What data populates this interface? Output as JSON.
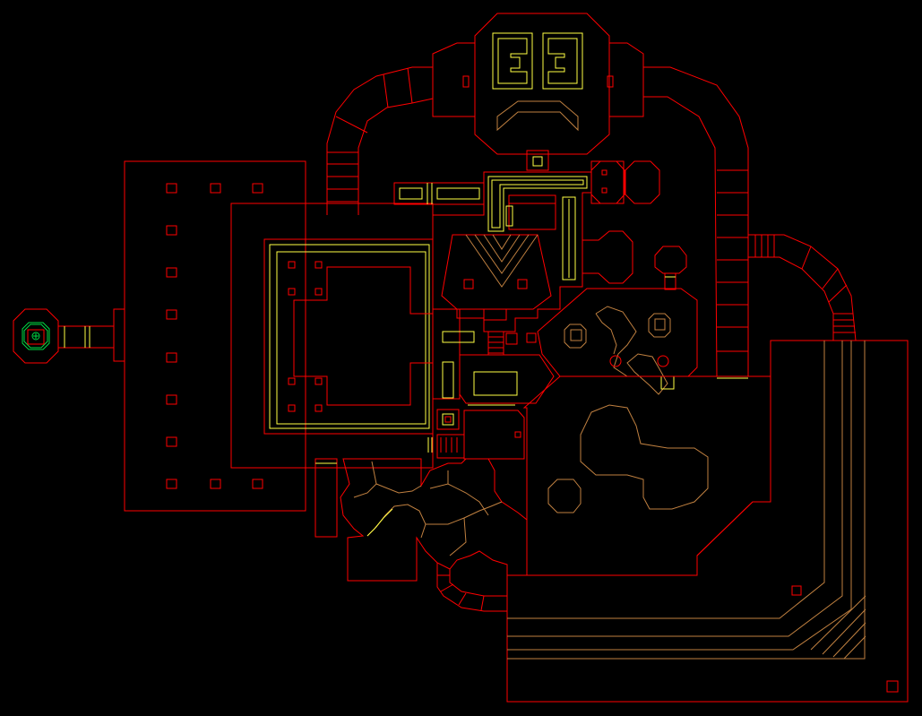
{
  "view": "automap",
  "colors": {
    "background": "#000000",
    "one_sided_wall": "#ff0000",
    "floor_height_change": "#c08040",
    "ceiling_height_change": "#ffff44",
    "player_marker": "#00dd44"
  },
  "player": {
    "marker": "player-arrow-icon",
    "location": "west-teleport-pad"
  },
  "sectors": [
    "north-exit-structure",
    "west-pillar-hall",
    "inner-courtyard",
    "east-nukage-cavern",
    "south-east-hall",
    "south-caves",
    "north-east-corridor",
    "north-west-corridor",
    "east-outer-corridor",
    "west-teleport-pad"
  ]
}
